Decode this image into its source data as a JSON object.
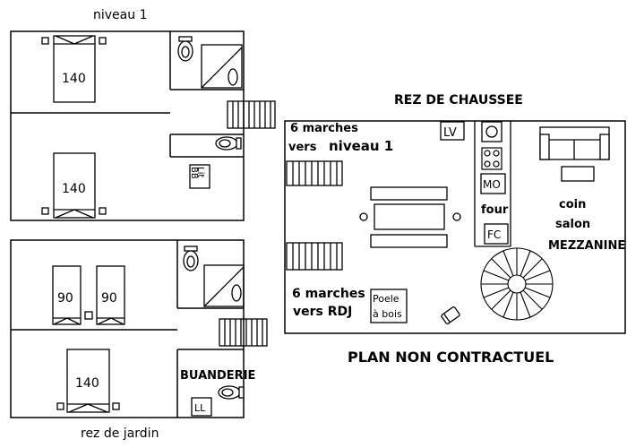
{
  "floors": {
    "niveau1": {
      "title": "niveau 1",
      "bed_top": "140",
      "bed_bottom": "140",
      "lit_bb_line1": "Lit",
      "lit_bb_line2": "BB"
    },
    "rdj": {
      "title": "rez de jardin",
      "bed_single_left": "90",
      "bed_single_right": "90",
      "bed_double": "140",
      "buanderie": "BUANDERIE",
      "ll": "LL"
    },
    "rdc": {
      "title": "REZ DE CHAUSSEE",
      "stairs_up_line1": "6 marches",
      "stairs_up_line2a": "vers ",
      "stairs_up_line2b": "niveau 1",
      "stairs_down_line1": "6 marches",
      "stairs_down_line2": "vers RDJ",
      "lv": "LV",
      "mo": "MO",
      "four": "four",
      "fc": "FC",
      "poele_line1": "Poele",
      "poele_line2": "à bois",
      "coin": "coin",
      "salon": "salon",
      "mezzanine": "MEZZANINE"
    }
  },
  "disclaimer": "PLAN NON CONTRACTUEL",
  "icons": [
    "toilet-icon",
    "shower-icon",
    "sink-icon",
    "bed-icon",
    "staircase-icon",
    "spiral-staircase-icon",
    "sofa-icon",
    "table-icon",
    "stove-icon"
  ]
}
